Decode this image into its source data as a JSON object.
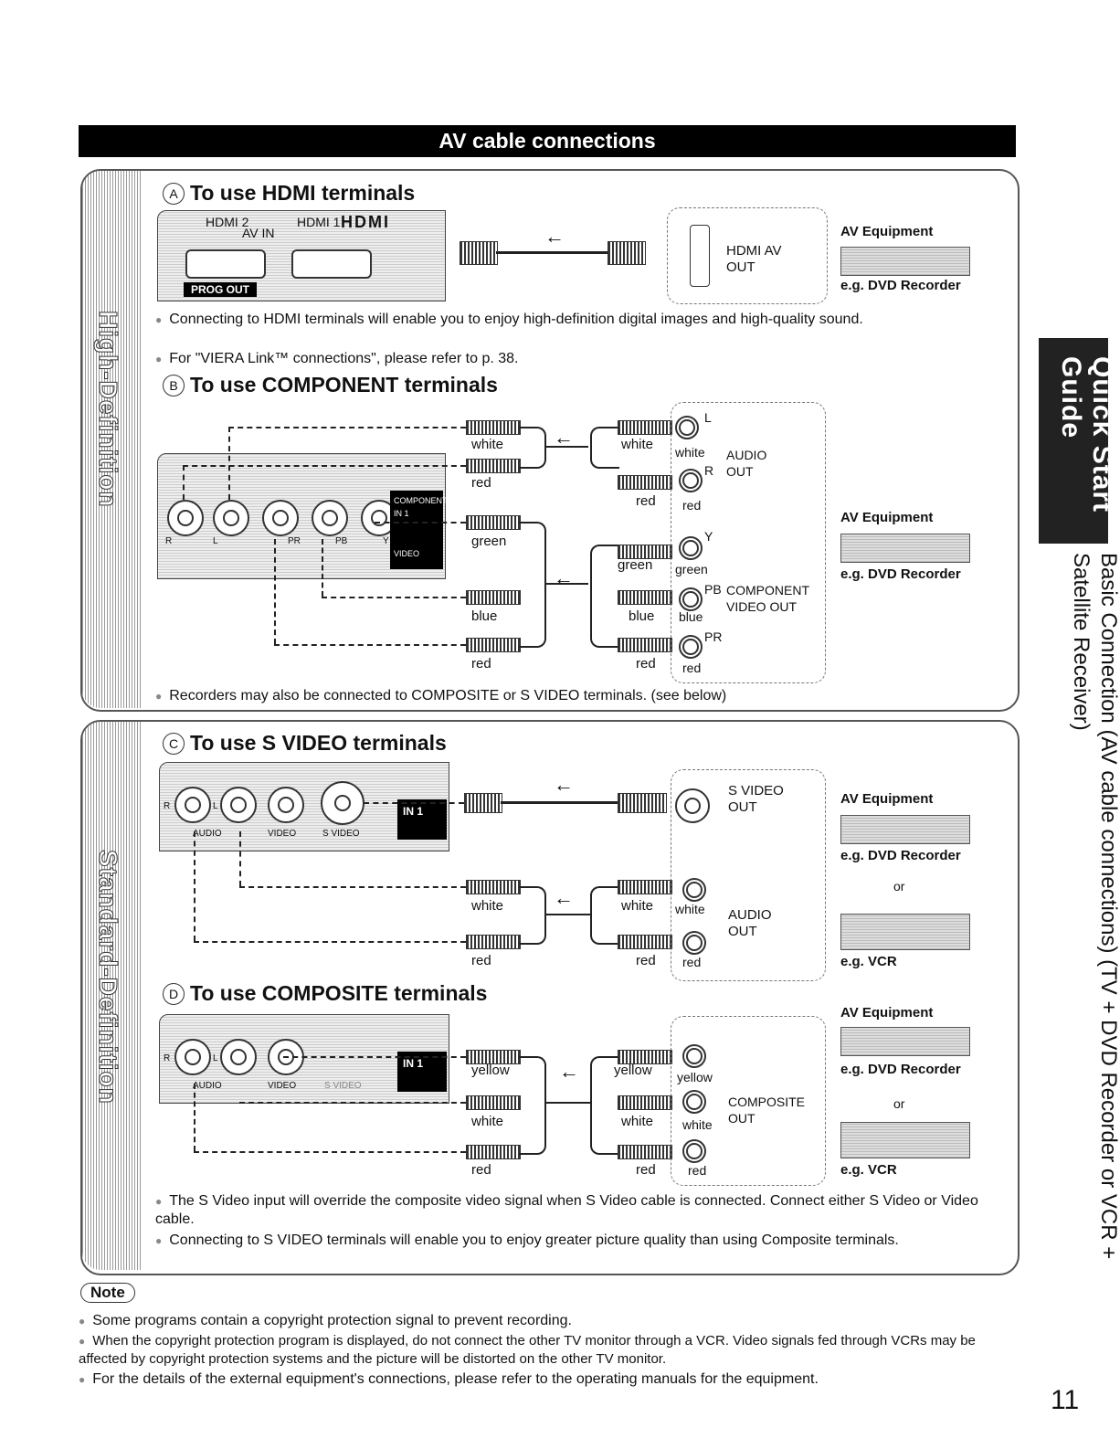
{
  "header": {
    "title": "AV cable connections"
  },
  "side_labels": {
    "high": "High-Definition",
    "standard": "Standard-Definition"
  },
  "tab": {
    "title": "Quick Start Guide"
  },
  "right_vertical": "Basic Connection (AV cable connections) (TV + DVD Recorder or VCR + Satellite Receiver)",
  "section_a": {
    "letter": "A",
    "title": "To use HDMI terminals",
    "tv": {
      "hdmi2": "HDMI 2",
      "hdmi1": "HDMI 1",
      "av_in": "AV IN",
      "logo": "HDMI",
      "prog_out": "PROG OUT"
    },
    "device_port": "HDMI AV OUT",
    "equipment": "AV Equipment",
    "example": "e.g. DVD Recorder",
    "notes": [
      "Connecting to HDMI terminals will enable you to enjoy high-definition digital images and high-quality sound.",
      "For \"VIERA Link™ connections\", please refer to p. 38."
    ]
  },
  "section_b": {
    "letter": "B",
    "title": "To use COMPONENT terminals",
    "tv": {
      "r": "R",
      "l": "L",
      "pr": "PR",
      "pb": "PB",
      "y": "Y",
      "component": "COMPONENT",
      "in": "IN 1",
      "video": "VIDEO"
    },
    "cables": [
      "white",
      "red",
      "green",
      "blue",
      "red"
    ],
    "device_labels": [
      "white",
      "red",
      "green",
      "blue",
      "red"
    ],
    "audio_out": "AUDIO OUT",
    "component_out": "COMPONENT VIDEO OUT",
    "jack_labels": {
      "l": "L",
      "r": "R",
      "y": "Y",
      "pb": "PB",
      "pr": "PR"
    },
    "equipment": "AV Equipment",
    "example": "e.g. DVD Recorder",
    "note": "Recorders may also be connected to COMPOSITE or S VIDEO terminals. (see below)"
  },
  "section_c": {
    "letter": "C",
    "title": "To use S VIDEO terminals",
    "tv": {
      "r": "R",
      "l": "L",
      "audio": "AUDIO",
      "video": "VIDEO",
      "svideo": "S VIDEO",
      "in": "IN 1"
    },
    "svideo_out": "S VIDEO OUT",
    "cables": [
      "white",
      "red"
    ],
    "audio_out": "AUDIO OUT",
    "equipment": "AV Equipment",
    "example1": "e.g. DVD Recorder",
    "or": "or",
    "example2": "e.g. VCR"
  },
  "section_d": {
    "letter": "D",
    "title": "To use COMPOSITE terminals",
    "tv": {
      "r": "R",
      "l": "L",
      "audio": "AUDIO",
      "video": "VIDEO",
      "svideo": "S VIDEO",
      "in": "IN 1"
    },
    "cables": [
      "yellow",
      "white",
      "red"
    ],
    "composite_out": "COMPOSITE OUT",
    "equipment": "AV Equipment",
    "example1": "e.g. DVD Recorder",
    "or": "or",
    "example2": "e.g. VCR",
    "notes": [
      "The S Video input will override the composite video signal when S Video cable is connected. Connect either S Video or Video cable.",
      "Connecting to S VIDEO terminals will enable you to enjoy greater picture quality than using Composite terminals."
    ]
  },
  "note_section": {
    "label": "Note",
    "items": [
      "Some programs contain a copyright protection signal to prevent recording.",
      "When the copyright protection program is displayed, do not connect the other TV monitor through a VCR. Video signals fed through VCRs may be affected by copyright protection systems and the picture will be distorted on the other TV monitor.",
      "For the details of the external equipment's connections, please refer to the operating manuals for the equipment."
    ]
  },
  "page_number": "11"
}
